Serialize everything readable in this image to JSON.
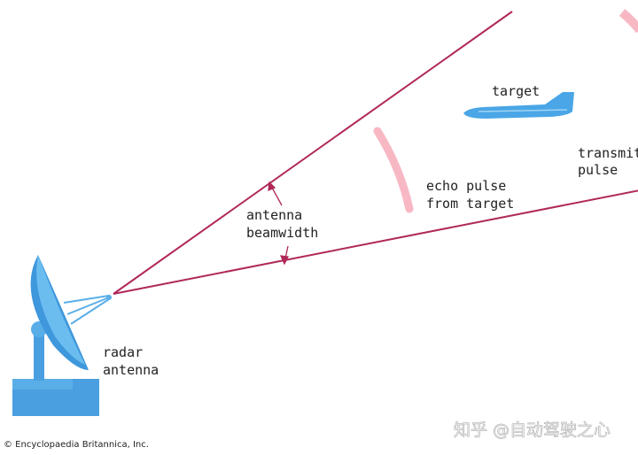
{
  "labels": {
    "target": "target",
    "transmitted_line1": "transmitted",
    "transmitted_line2": "pulse",
    "echo_line1": "echo pulse",
    "echo_line2": "from target",
    "beam_line1": "antenna",
    "beam_line2": "beamwidth",
    "antenna_line1": "radar",
    "antenna_line2": "antenna"
  },
  "credit": "© Encyclopaedia Britannica, Inc.",
  "watermark": "知乎 @自动驾驶之心",
  "colors": {
    "beam": "#b0285a",
    "pulse": "#f7b8c4",
    "antenna": "#4a9fe0",
    "aircraft": "#4aa6e6"
  }
}
